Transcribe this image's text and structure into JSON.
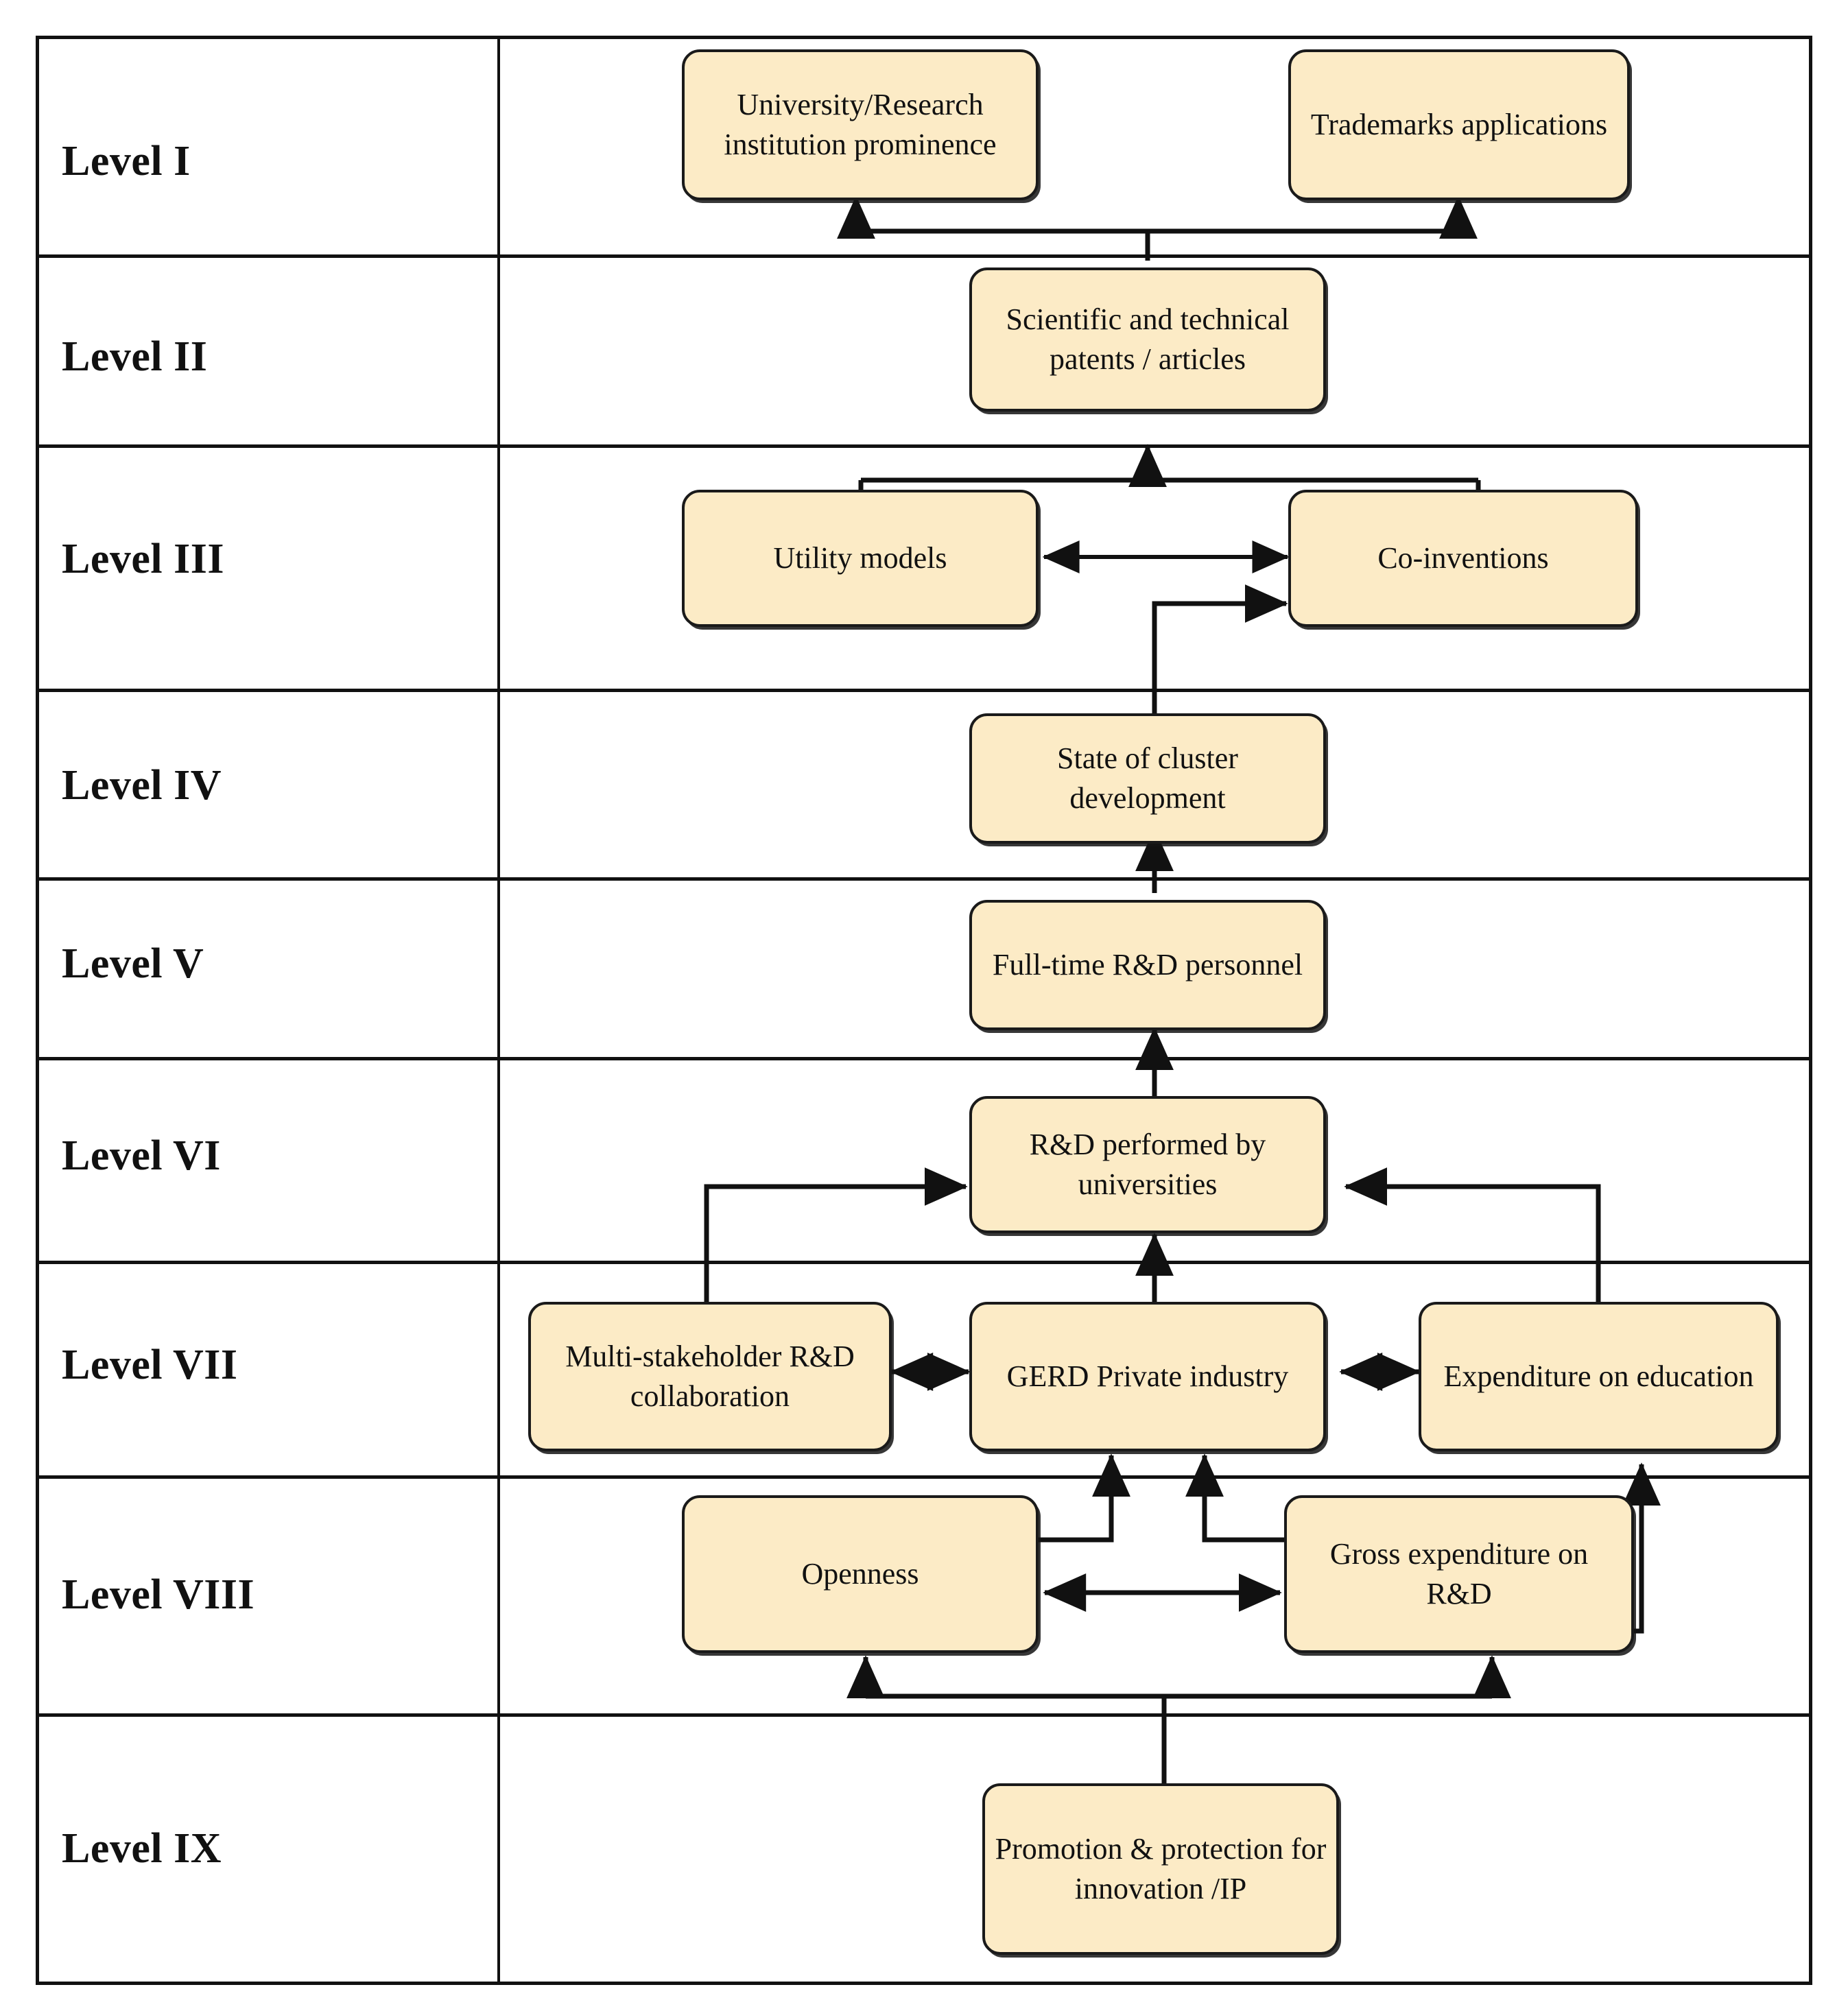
{
  "diagram": {
    "type": "hierarchical-ism-level-diagram",
    "box_fill": "#FCEBC6",
    "box_stroke": "#1a1a1a",
    "grid_stroke": "#111111",
    "levels": [
      {
        "id": "L1",
        "label": "Level I"
      },
      {
        "id": "L2",
        "label": "Level II"
      },
      {
        "id": "L3",
        "label": "Level III"
      },
      {
        "id": "L4",
        "label": "Level IV"
      },
      {
        "id": "L5",
        "label": "Level V"
      },
      {
        "id": "L6",
        "label": "Level VI"
      },
      {
        "id": "L7",
        "label": "Level VII"
      },
      {
        "id": "L8",
        "label": "Level VIII"
      },
      {
        "id": "L9",
        "label": "Level IX"
      }
    ],
    "nodes": {
      "university_prominence": "University/Research institution prominence",
      "trademarks": "Trademarks applications",
      "patents_articles": "Scientific  and technical patents / articles",
      "utility_models": "Utility  models",
      "co_inventions": "Co-inventions",
      "cluster_development": "State of cluster development",
      "rd_personnel": "Full-time  R&D personnel",
      "rd_universities": "R&D performed by universities",
      "multi_stakeholder": "Multi-stakeholder R&D collaboration",
      "gerd_private": "GERD Private industry",
      "expenditure_education": "Expenditure  on education",
      "openness": "Openness",
      "gross_expenditure_rd": "Gross expenditure on R&D",
      "promotion_ip": "Promotion & protection for innovation  /IP"
    },
    "edges": [
      {
        "from": "patents_articles",
        "to": "university_prominence",
        "style": "arrow"
      },
      {
        "from": "patents_articles",
        "to": "trademarks",
        "style": "arrow"
      },
      {
        "from": "utility_models",
        "to": "patents_articles",
        "style": "arrow"
      },
      {
        "from": "co_inventions",
        "to": "patents_articles",
        "style": "arrow"
      },
      {
        "from": "utility_models",
        "to": "co_inventions",
        "style": "double-arrow"
      },
      {
        "from": "cluster_development",
        "to": "co_inventions",
        "style": "arrow"
      },
      {
        "from": "rd_personnel",
        "to": "cluster_development",
        "style": "arrow"
      },
      {
        "from": "rd_universities",
        "to": "rd_personnel",
        "style": "arrow"
      },
      {
        "from": "multi_stakeholder",
        "to": "rd_universities",
        "style": "arrow"
      },
      {
        "from": "gerd_private",
        "to": "rd_universities",
        "style": "arrow"
      },
      {
        "from": "expenditure_education",
        "to": "rd_universities",
        "style": "arrow"
      },
      {
        "from": "multi_stakeholder",
        "to": "gerd_private",
        "style": "double-arrow"
      },
      {
        "from": "gerd_private",
        "to": "expenditure_education",
        "style": "double-arrow"
      },
      {
        "from": "openness",
        "to": "gerd_private",
        "style": "arrow"
      },
      {
        "from": "gross_expenditure_rd",
        "to": "gerd_private",
        "style": "arrow"
      },
      {
        "from": "gross_expenditure_rd",
        "to": "expenditure_education",
        "style": "arrow"
      },
      {
        "from": "openness",
        "to": "gross_expenditure_rd",
        "style": "double-arrow"
      },
      {
        "from": "promotion_ip",
        "to": "openness",
        "style": "arrow"
      },
      {
        "from": "promotion_ip",
        "to": "gross_expenditure_rd",
        "style": "arrow"
      }
    ]
  }
}
